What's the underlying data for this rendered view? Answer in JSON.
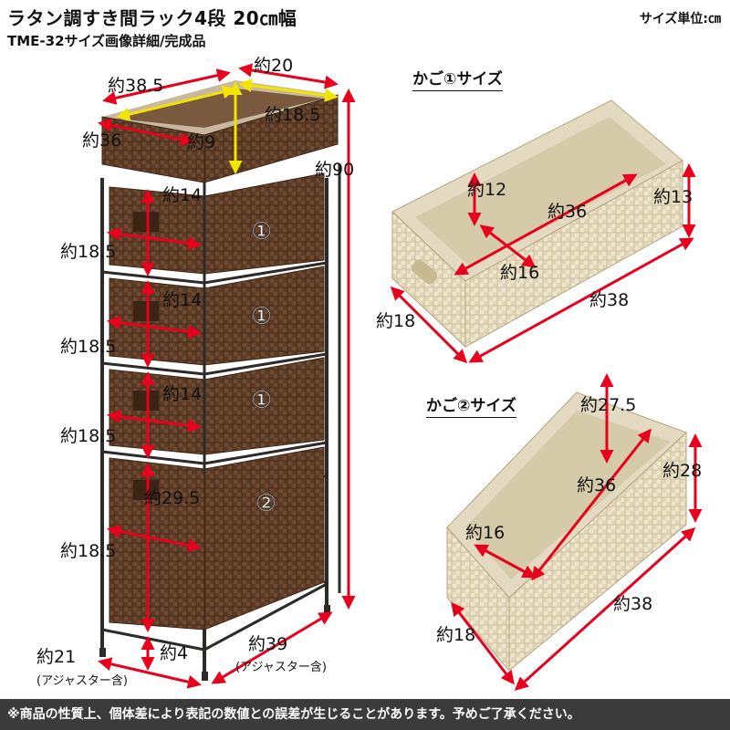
{
  "header": {
    "title": "ラタン調すき間ラック4段 20㎝幅",
    "subtitle": "TME-32サイズ画像詳細/完成品",
    "unit": "サイズ単位:㎝"
  },
  "rack": {
    "top_width": "約38.5",
    "top_depth": "約20",
    "top_inner_depth": "約18.5",
    "top_side": "約36",
    "top_height": "約9",
    "total_height": "約90",
    "drawer1_height": "約14",
    "drawer2_height": "約14",
    "drawer3_height": "約14",
    "drawer4_height": "約29.5",
    "drawer1_depth": "約18.5",
    "drawer2_depth": "約18.5",
    "drawer3_depth": "約18.5",
    "drawer4_depth": "約18.5",
    "basket_marks": [
      "①",
      "①",
      "①",
      "②"
    ],
    "base_depth": "約21",
    "base_depth_note": "(アジャスター含)",
    "base_width": "約39",
    "base_width_note": "(アジャスター含)",
    "leg_height": "約4"
  },
  "basket1": {
    "heading": "かご①サイズ",
    "inner_height": "約12",
    "inner_length": "約36",
    "height": "約13",
    "inner_width": "約16",
    "length": "約38",
    "width": "約18"
  },
  "basket2": {
    "heading": "かご②サイズ",
    "inner_height": "約27.5",
    "inner_length": "約36",
    "height": "約28",
    "inner_width": "約16",
    "length": "約38",
    "width": "約18"
  },
  "footer": {
    "note": "※商品の性質上、個体差により表記の数値との誤差が生じることがあります。予めご了承ください。"
  },
  "colors": {
    "arrow": "#e8001d",
    "inner_arrow": "#f2e600",
    "rattan_dark": "#5b3b26",
    "rattan_light": "#efe6cf",
    "frame": "#2e2a28"
  }
}
